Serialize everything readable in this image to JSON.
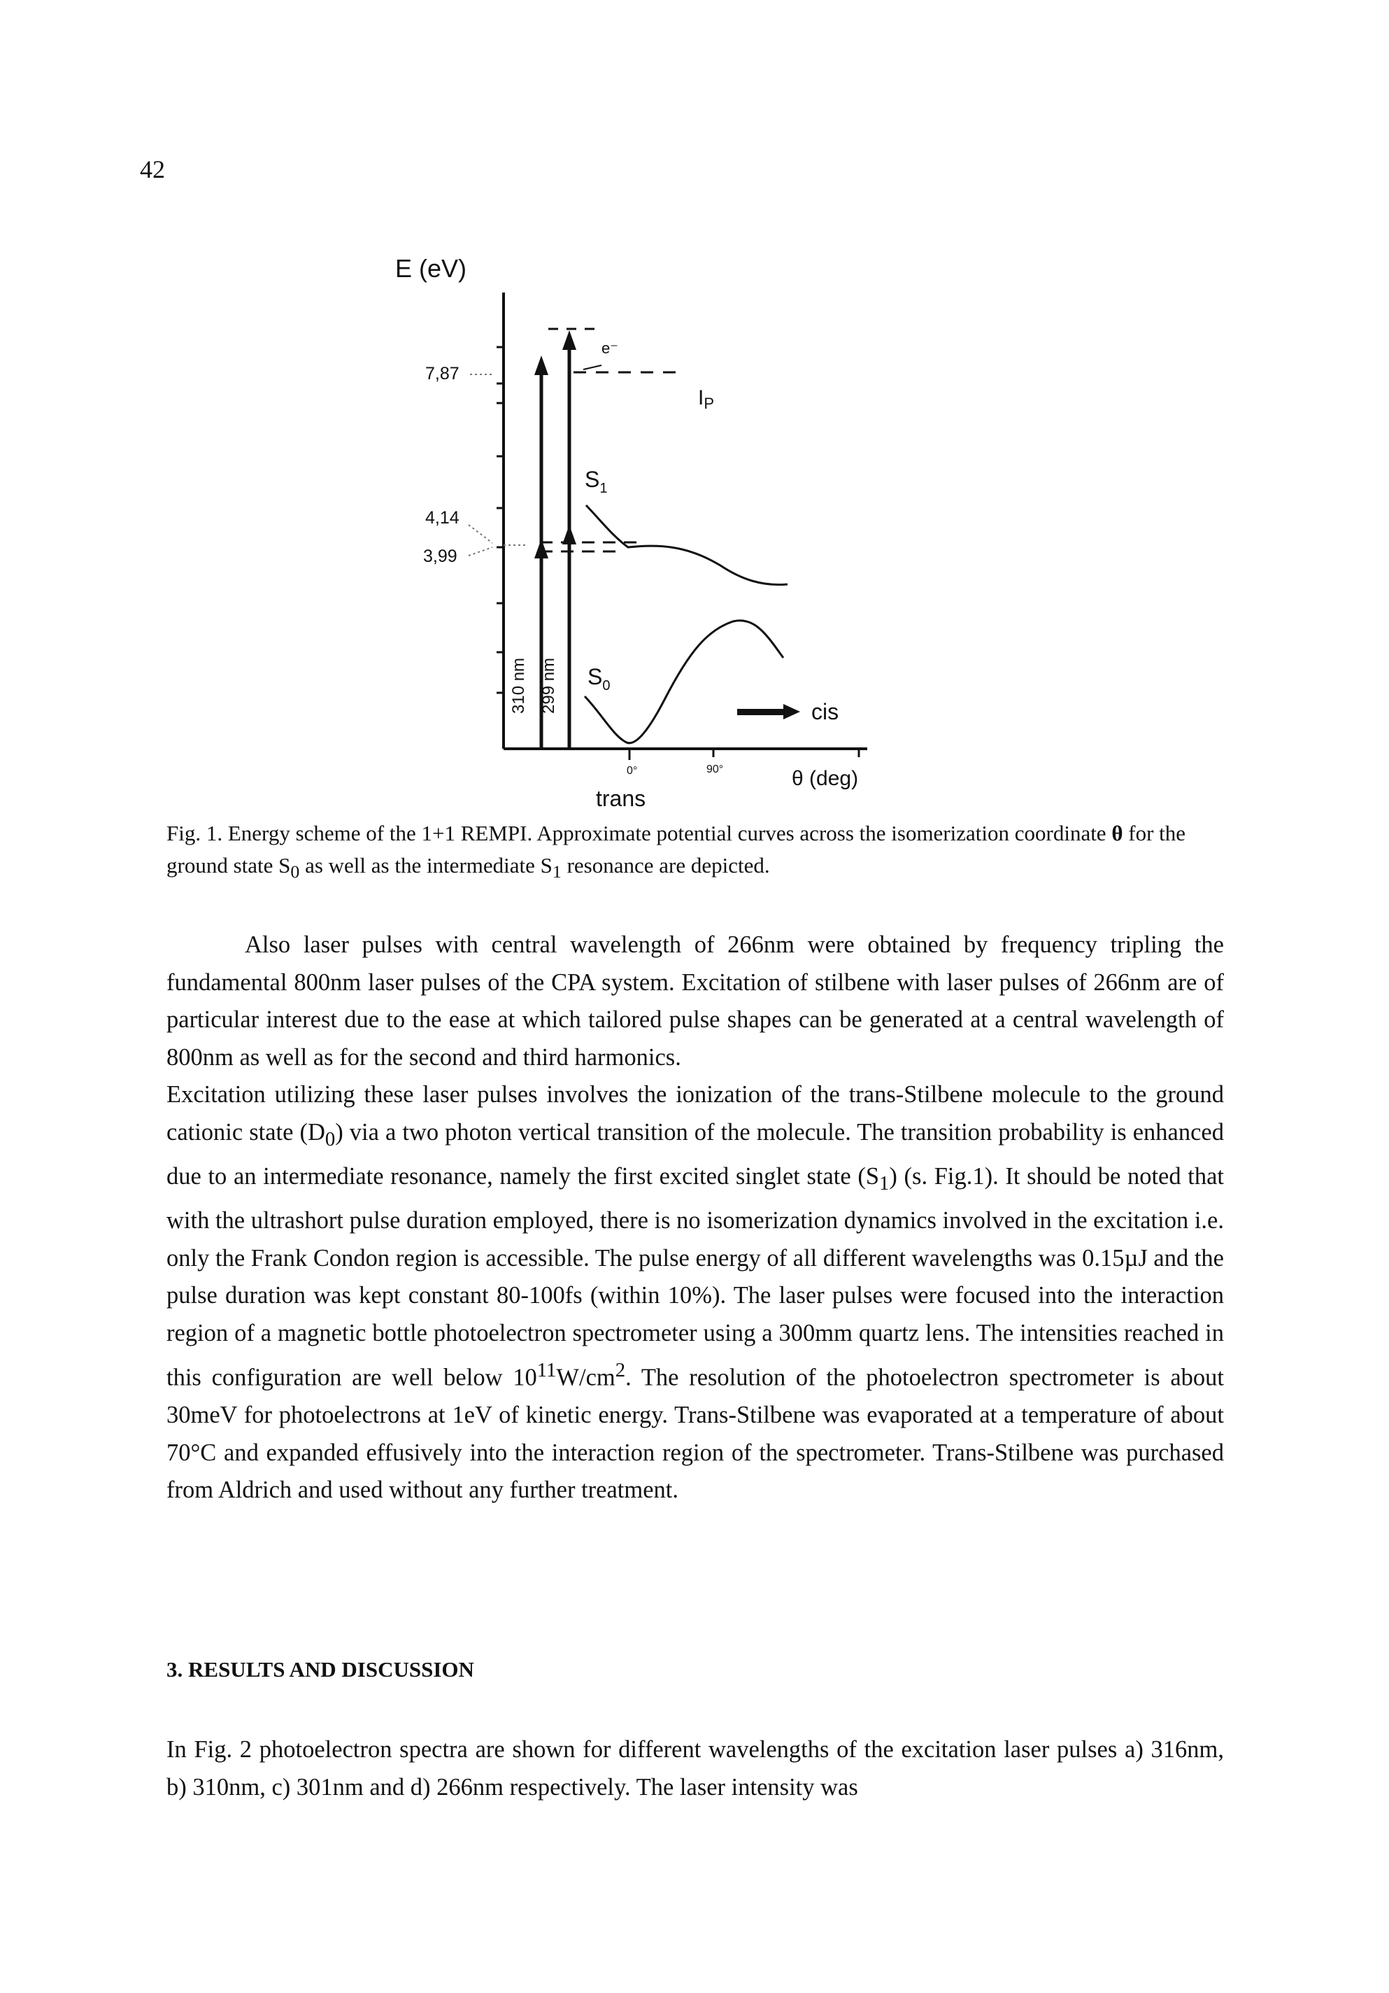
{
  "page_number": "42",
  "figure": {
    "axis_label": "E (eV)",
    "energy_labels": [
      "7,87",
      "4,14",
      "3,99"
    ],
    "electron_label": "e⁻",
    "ip_label": "I",
    "ip_subscript": "P",
    "s1_label": "S",
    "s1_subscript": "1",
    "s0_label": "S",
    "s0_subscript": "0",
    "wavelength_labels": [
      "310 nm",
      "299 nm"
    ],
    "cis_label": "cis",
    "tick_labels": [
      "0°",
      "90°"
    ],
    "trans_label": "trans",
    "theta_label": "θ (deg)"
  },
  "caption": {
    "prefix": "Fig. 1.",
    "part1": " Energy scheme of the 1+1 REMPI. Approximate potential curves across the isomerization coordinate ",
    "theta": "θ",
    "part2": " for the ground state ",
    "s0": "S",
    "s0_sub": "0",
    "part3": " as well as the intermediate ",
    "s1": "S",
    "s1_sub": "1",
    "part4": " resonance are depicted."
  },
  "paragraph1": "Also laser pulses with central wavelength of 266nm were obtained by frequency tripling the fundamental 800nm laser pulses of the CPA system. Excitation of stilbene with laser pulses of 266nm are of particular interest due to the ease at which tailored pulse shapes can be generated at a central wavelength of  800nm as well as for the second and third harmonics.",
  "paragraph2": {
    "p1": "Excitation utilizing these laser pulses involves the ionization of the trans-Stilbene molecule to the ground cationic state (D",
    "d0_sub": "0",
    "p2": ") via a two photon vertical transition of the molecule. The transition probability is enhanced due to an intermediate resonance, namely the first excited singlet state (S",
    "s1_sub": "1",
    "p3": ") (s. Fig.1). It should be noted that with the ultrashort pulse duration employed, there is no isomerization dynamics involved in the excitation i.e. only the Frank Condon region is accessible. The pulse energy of all different wavelengths was 0.15µJ and the pulse duration was kept constant 80-100fs (within 10%). The laser pulses were focused into the interaction region of a magnetic bottle photoelectron spectrometer using a 300mm quartz lens. The intensities reached in this configuration are well below 10",
    "exp": "11",
    "p4": "W/cm",
    "exp2": "2",
    "p5": ". The resolution of the photoelectron spectrometer is about 30meV for photoelectrons at 1eV of kinetic energy. Trans-Stilbene was evaporated at a temperature of about 70°C and expanded effusively into the interaction region of the spectrometer. Trans-Stilbene was purchased from Aldrich and used without any further treatment."
  },
  "section_heading": "3. RESULTS AND DISCUSSION",
  "paragraph3": "In Fig. 2 photoelectron spectra are shown for different wavelengths of the excitation laser pulses a) 316nm, b) 310nm, c) 301nm and d) 266nm respectively. The laser intensity was"
}
